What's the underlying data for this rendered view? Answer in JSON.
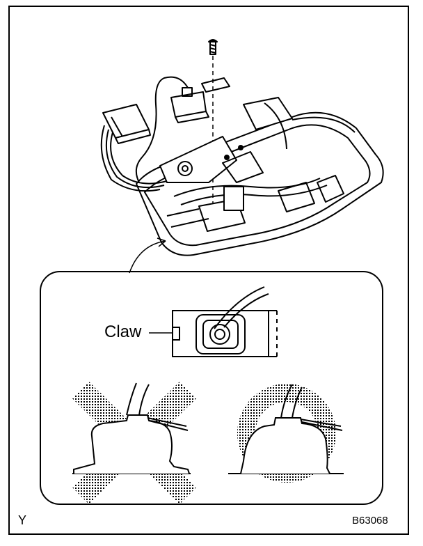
{
  "figure": {
    "callout_label": "Claw",
    "corner_letter": "Y",
    "figure_code": "B63068"
  },
  "legend": {
    "incorrect_symbol": "x-mark-icon",
    "correct_symbol": "circle-mark-icon"
  }
}
